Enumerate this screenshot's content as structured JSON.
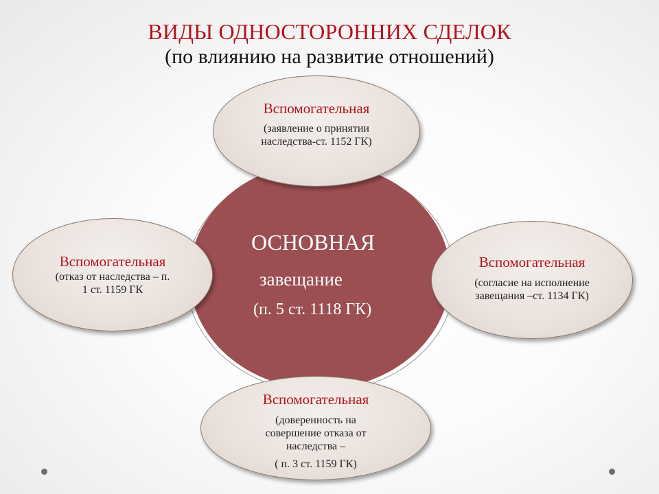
{
  "title": {
    "main": "ВИДЫ ОДНОСТОРОННИХ СДЕЛОК",
    "subtitle": "(по влиянию на развитие отношений)"
  },
  "center": {
    "label": "ОСНОВНАЯ",
    "type": "завещание",
    "reference": "(п. 5 ст. 1118 ГК)"
  },
  "satellites": [
    {
      "position": "top",
      "heading": "Вспомогательная",
      "lines": [
        "(заявление о принятии",
        "наследства-ст. 1152 ГК)"
      ]
    },
    {
      "position": "left",
      "heading": "Вспомогательная",
      "lines": [
        "(отказ от наследства – п.",
        "1 ст. 1159 ГК"
      ]
    },
    {
      "position": "right",
      "heading": "Вспомогательная",
      "lines": [
        "(согласие на исполнение",
        "завещания –ст. 1134 ГК)"
      ]
    },
    {
      "position": "bottom",
      "heading": "Вспомогательная",
      "lines": [
        "(доверенность на",
        "совершение отказа от",
        "наследства –",
        "( п. 3 ст. 1159 ГК)"
      ]
    }
  ],
  "colors": {
    "title_red": "#b5121b",
    "center_fill": "#9c4f52",
    "bubble_fill": "#e9e1dc",
    "bubble_border": "#8b7869"
  }
}
